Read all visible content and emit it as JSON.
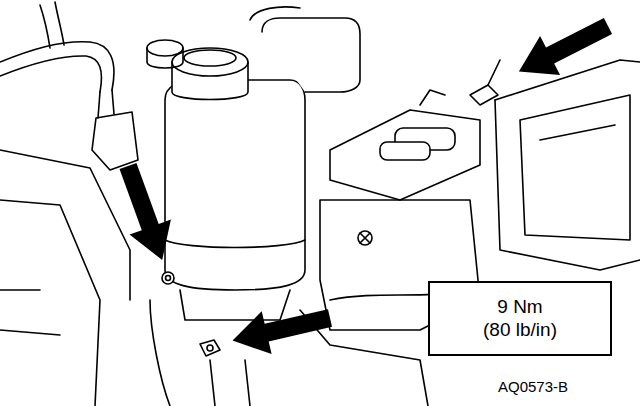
{
  "diagram": {
    "nodes": [
      {
        "text": [
          "9 Nm",
          "(80 lb/in)"
        ]
      }
    ],
    "labels": [
      "AQ0573-B"
    ]
  }
}
